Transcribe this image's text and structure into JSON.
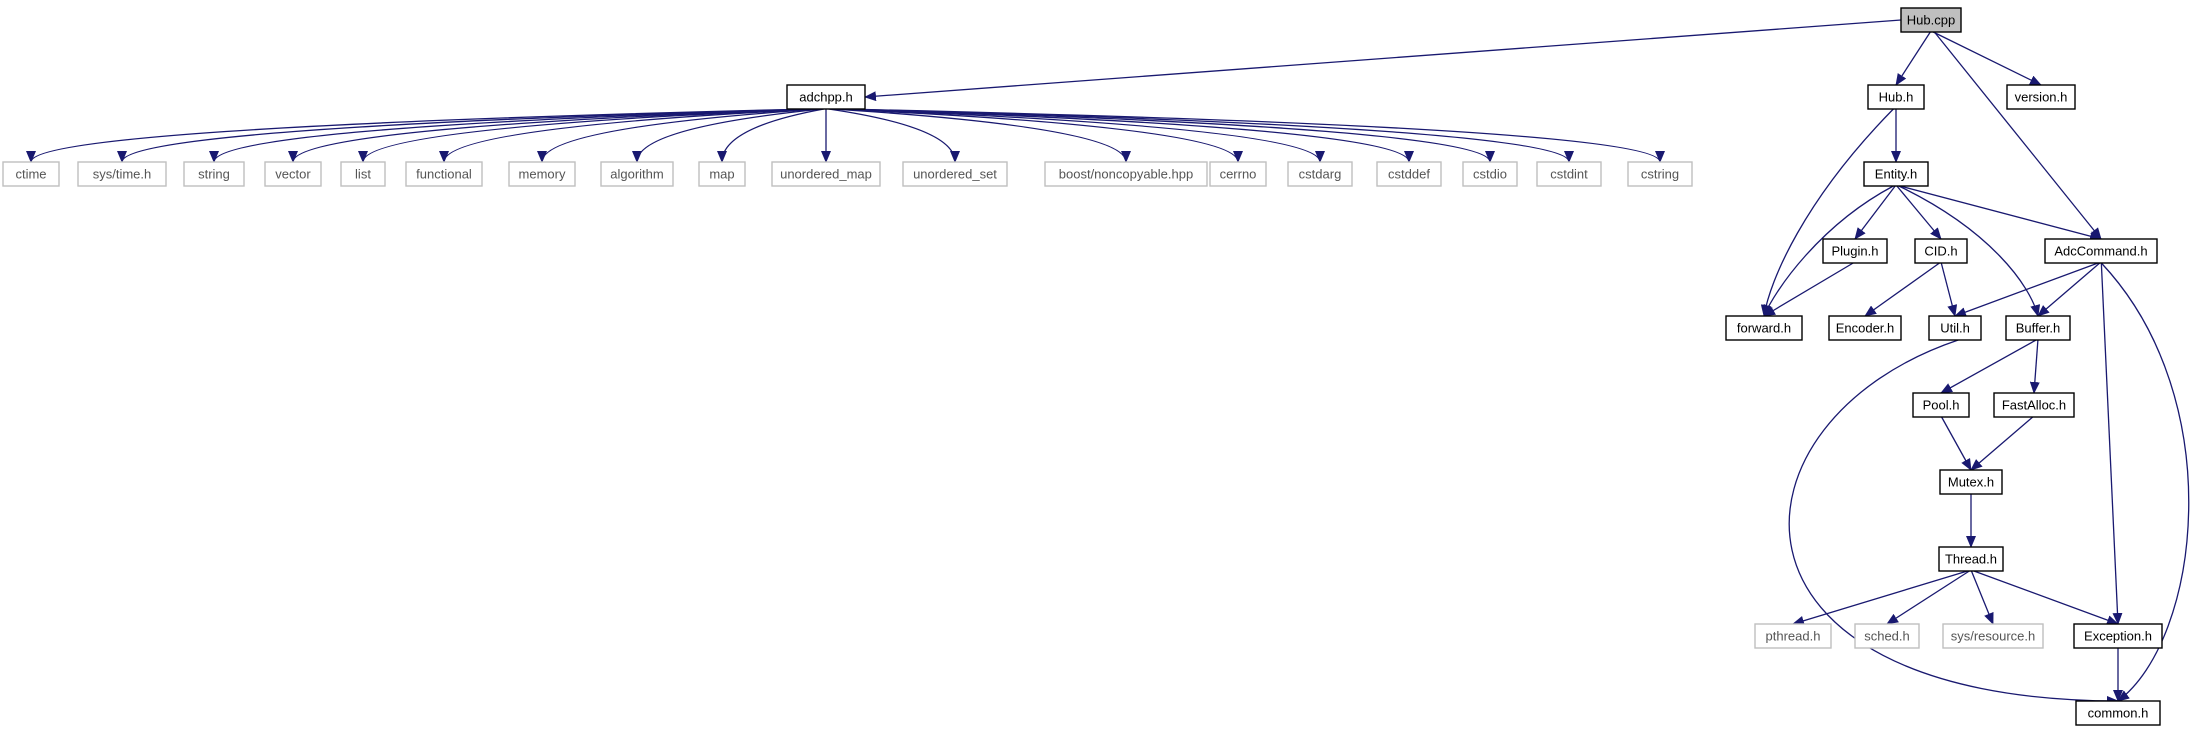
{
  "nodes": [
    {
      "id": "hub_cpp",
      "label": "Hub.cpp",
      "style": "root"
    },
    {
      "id": "adchpp_h",
      "label": "adchpp.h",
      "style": "internal"
    },
    {
      "id": "hub_h",
      "label": "Hub.h",
      "style": "internal"
    },
    {
      "id": "version_h",
      "label": "version.h",
      "style": "internal"
    },
    {
      "id": "ctime",
      "label": "ctime",
      "style": "external"
    },
    {
      "id": "sys_time_h",
      "label": "sys/time.h",
      "style": "external"
    },
    {
      "id": "string",
      "label": "string",
      "style": "external"
    },
    {
      "id": "vector",
      "label": "vector",
      "style": "external"
    },
    {
      "id": "list",
      "label": "list",
      "style": "external"
    },
    {
      "id": "functional",
      "label": "functional",
      "style": "external"
    },
    {
      "id": "memory",
      "label": "memory",
      "style": "external"
    },
    {
      "id": "algorithm",
      "label": "algorithm",
      "style": "external"
    },
    {
      "id": "map",
      "label": "map",
      "style": "external"
    },
    {
      "id": "unordered_map",
      "label": "unordered_map",
      "style": "external"
    },
    {
      "id": "unordered_set",
      "label": "unordered_set",
      "style": "external"
    },
    {
      "id": "noncopyable",
      "label": "boost/noncopyable.hpp",
      "style": "external"
    },
    {
      "id": "cerrno",
      "label": "cerrno",
      "style": "external"
    },
    {
      "id": "cstdarg",
      "label": "cstdarg",
      "style": "external"
    },
    {
      "id": "cstddef",
      "label": "cstddef",
      "style": "external"
    },
    {
      "id": "cstdio",
      "label": "cstdio",
      "style": "external"
    },
    {
      "id": "cstdint",
      "label": "cstdint",
      "style": "external"
    },
    {
      "id": "cstring",
      "label": "cstring",
      "style": "external"
    },
    {
      "id": "entity_h",
      "label": "Entity.h",
      "style": "internal"
    },
    {
      "id": "plugin_h",
      "label": "Plugin.h",
      "style": "internal"
    },
    {
      "id": "cid_h",
      "label": "CID.h",
      "style": "internal"
    },
    {
      "id": "adccommand_h",
      "label": "AdcCommand.h",
      "style": "internal"
    },
    {
      "id": "forward_h",
      "label": "forward.h",
      "style": "internal"
    },
    {
      "id": "encoder_h",
      "label": "Encoder.h",
      "style": "internal"
    },
    {
      "id": "util_h",
      "label": "Util.h",
      "style": "internal"
    },
    {
      "id": "buffer_h",
      "label": "Buffer.h",
      "style": "internal"
    },
    {
      "id": "pool_h",
      "label": "Pool.h",
      "style": "internal"
    },
    {
      "id": "fastalloc_h",
      "label": "FastAlloc.h",
      "style": "internal"
    },
    {
      "id": "mutex_h",
      "label": "Mutex.h",
      "style": "internal"
    },
    {
      "id": "thread_h",
      "label": "Thread.h",
      "style": "internal"
    },
    {
      "id": "pthread_h",
      "label": "pthread.h",
      "style": "external"
    },
    {
      "id": "sched_h",
      "label": "sched.h",
      "style": "external"
    },
    {
      "id": "sys_resource_h",
      "label": "sys/resource.h",
      "style": "external"
    },
    {
      "id": "exception_h",
      "label": "Exception.h",
      "style": "internal"
    },
    {
      "id": "common_h",
      "label": "common.h",
      "style": "internal"
    }
  ],
  "edges": [
    [
      "hub_cpp",
      "adchpp_h"
    ],
    [
      "hub_cpp",
      "hub_h"
    ],
    [
      "hub_cpp",
      "version_h"
    ],
    [
      "hub_cpp",
      "adccommand_h"
    ],
    [
      "adchpp_h",
      "ctime"
    ],
    [
      "adchpp_h",
      "sys_time_h"
    ],
    [
      "adchpp_h",
      "string"
    ],
    [
      "adchpp_h",
      "vector"
    ],
    [
      "adchpp_h",
      "list"
    ],
    [
      "adchpp_h",
      "functional"
    ],
    [
      "adchpp_h",
      "memory"
    ],
    [
      "adchpp_h",
      "algorithm"
    ],
    [
      "adchpp_h",
      "map"
    ],
    [
      "adchpp_h",
      "unordered_map"
    ],
    [
      "adchpp_h",
      "unordered_set"
    ],
    [
      "adchpp_h",
      "noncopyable"
    ],
    [
      "adchpp_h",
      "cerrno"
    ],
    [
      "adchpp_h",
      "cstdarg"
    ],
    [
      "adchpp_h",
      "cstddef"
    ],
    [
      "adchpp_h",
      "cstdio"
    ],
    [
      "adchpp_h",
      "cstdint"
    ],
    [
      "adchpp_h",
      "cstring"
    ],
    [
      "hub_h",
      "entity_h"
    ],
    [
      "hub_h",
      "forward_h"
    ],
    [
      "entity_h",
      "plugin_h"
    ],
    [
      "entity_h",
      "cid_h"
    ],
    [
      "entity_h",
      "adccommand_h"
    ],
    [
      "entity_h",
      "forward_h"
    ],
    [
      "entity_h",
      "buffer_h"
    ],
    [
      "plugin_h",
      "forward_h"
    ],
    [
      "cid_h",
      "encoder_h"
    ],
    [
      "cid_h",
      "util_h"
    ],
    [
      "adccommand_h",
      "util_h"
    ],
    [
      "adccommand_h",
      "buffer_h"
    ],
    [
      "adccommand_h",
      "exception_h"
    ],
    [
      "adccommand_h",
      "common_h"
    ],
    [
      "util_h",
      "common_h"
    ],
    [
      "buffer_h",
      "pool_h"
    ],
    [
      "buffer_h",
      "fastalloc_h"
    ],
    [
      "pool_h",
      "mutex_h"
    ],
    [
      "fastalloc_h",
      "mutex_h"
    ],
    [
      "mutex_h",
      "thread_h"
    ],
    [
      "thread_h",
      "pthread_h"
    ],
    [
      "thread_h",
      "sched_h"
    ],
    [
      "thread_h",
      "sys_resource_h"
    ],
    [
      "thread_h",
      "exception_h"
    ],
    [
      "exception_h",
      "common_h"
    ]
  ],
  "colors": {
    "edge": "#191970",
    "internal_border": "#000000",
    "external_border": "#bfbfbf",
    "external_text": "#555555",
    "root_fill": "#bfbfbf",
    "text": "#000000"
  }
}
